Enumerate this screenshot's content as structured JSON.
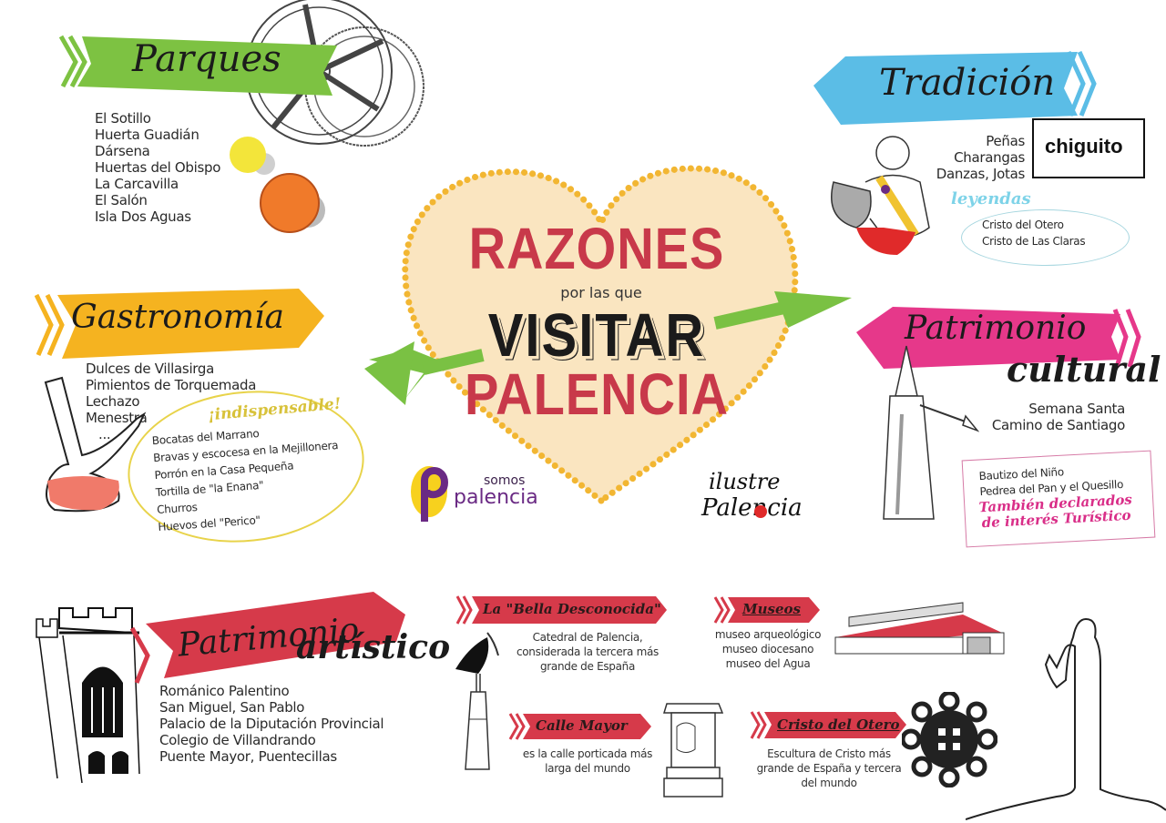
{
  "center": {
    "line1": "RAZONES",
    "line2": "por las que",
    "line3": "VISITAR",
    "line4": "PALENCIA",
    "colors": {
      "heart_fill": "#fae5c0",
      "heart_dots": "#f2b632",
      "red": "#c8394a",
      "arrow": "#7ac143"
    }
  },
  "logos": {
    "somos_top": "somos",
    "somos_bottom": "palencia",
    "ilustre_top": "ilustre",
    "ilustre_bottom": "Palencia"
  },
  "parques": {
    "title": "Parques",
    "color": "#7dc242",
    "items": [
      "El Sotillo",
      "Huerta Guadián",
      "Dársena",
      "Huertas del Obispo",
      "La Carcavilla",
      "El Salón",
      "Isla Dos Aguas"
    ]
  },
  "tradicion": {
    "title": "Tradición",
    "color": "#5bbde6",
    "items": [
      "Peñas",
      "Charangas",
      "Danzas, Jotas"
    ],
    "badge": "chiguito",
    "leyendas_label": "leyendas",
    "leyendas": [
      "Cristo del Otero",
      "Cristo de Las Claras"
    ]
  },
  "gastronomia": {
    "title": "Gastronomía",
    "color": "#f5b320",
    "items": [
      "Dulces de Villasirga",
      "Pimientos de Torquemada",
      "Lechazo",
      "Menestra",
      "..."
    ],
    "indispensable_label": "¡indispensable!",
    "indispensable": [
      "Bocatas del Marrano",
      "Bravas y escocesa en la Mejillonera",
      "Porrón en la Casa Pequeña",
      "Tortilla de \"la Enana\"",
      "Churros",
      "Huevos del \"Perico\""
    ]
  },
  "patrimonio_cultural": {
    "title_line1": "Patrimonio",
    "title_line2": "cultural",
    "color": "#e6388a",
    "items": [
      "Semana Santa",
      "Camino de Santiago"
    ],
    "box_items": [
      "Bautizo del Niño",
      "Pedrea del Pan y el Quesillo"
    ],
    "box_highlight_1": "También declarados",
    "box_highlight_2": "de interés Turístico"
  },
  "patrimonio_artistico": {
    "title_line1": "Patrimonio",
    "title_line2": "artístico",
    "color": "#d63a4a",
    "items": [
      "Románico Palentino",
      "San Miguel, San Pablo",
      "Palacio de la Diputación Provincial",
      "Colegio de Villandrando",
      "Puente Mayor, Puentecillas"
    ]
  },
  "bella": {
    "title": "La \"Bella Desconocida\"",
    "desc": [
      "Catedral de Palencia,",
      "considerada la tercera más",
      "grande de España"
    ]
  },
  "museos": {
    "title": "Museos",
    "desc": [
      "museo arqueológico",
      "museo diocesano",
      "museo del Agua"
    ]
  },
  "calle_mayor": {
    "title": "Calle Mayor",
    "desc": [
      "es la calle porticada más",
      "larga del mundo"
    ]
  },
  "cristo": {
    "title": "Cristo del Otero",
    "desc": [
      "Escultura de Cristo más",
      "grande de España y tercera",
      "del mundo"
    ]
  }
}
